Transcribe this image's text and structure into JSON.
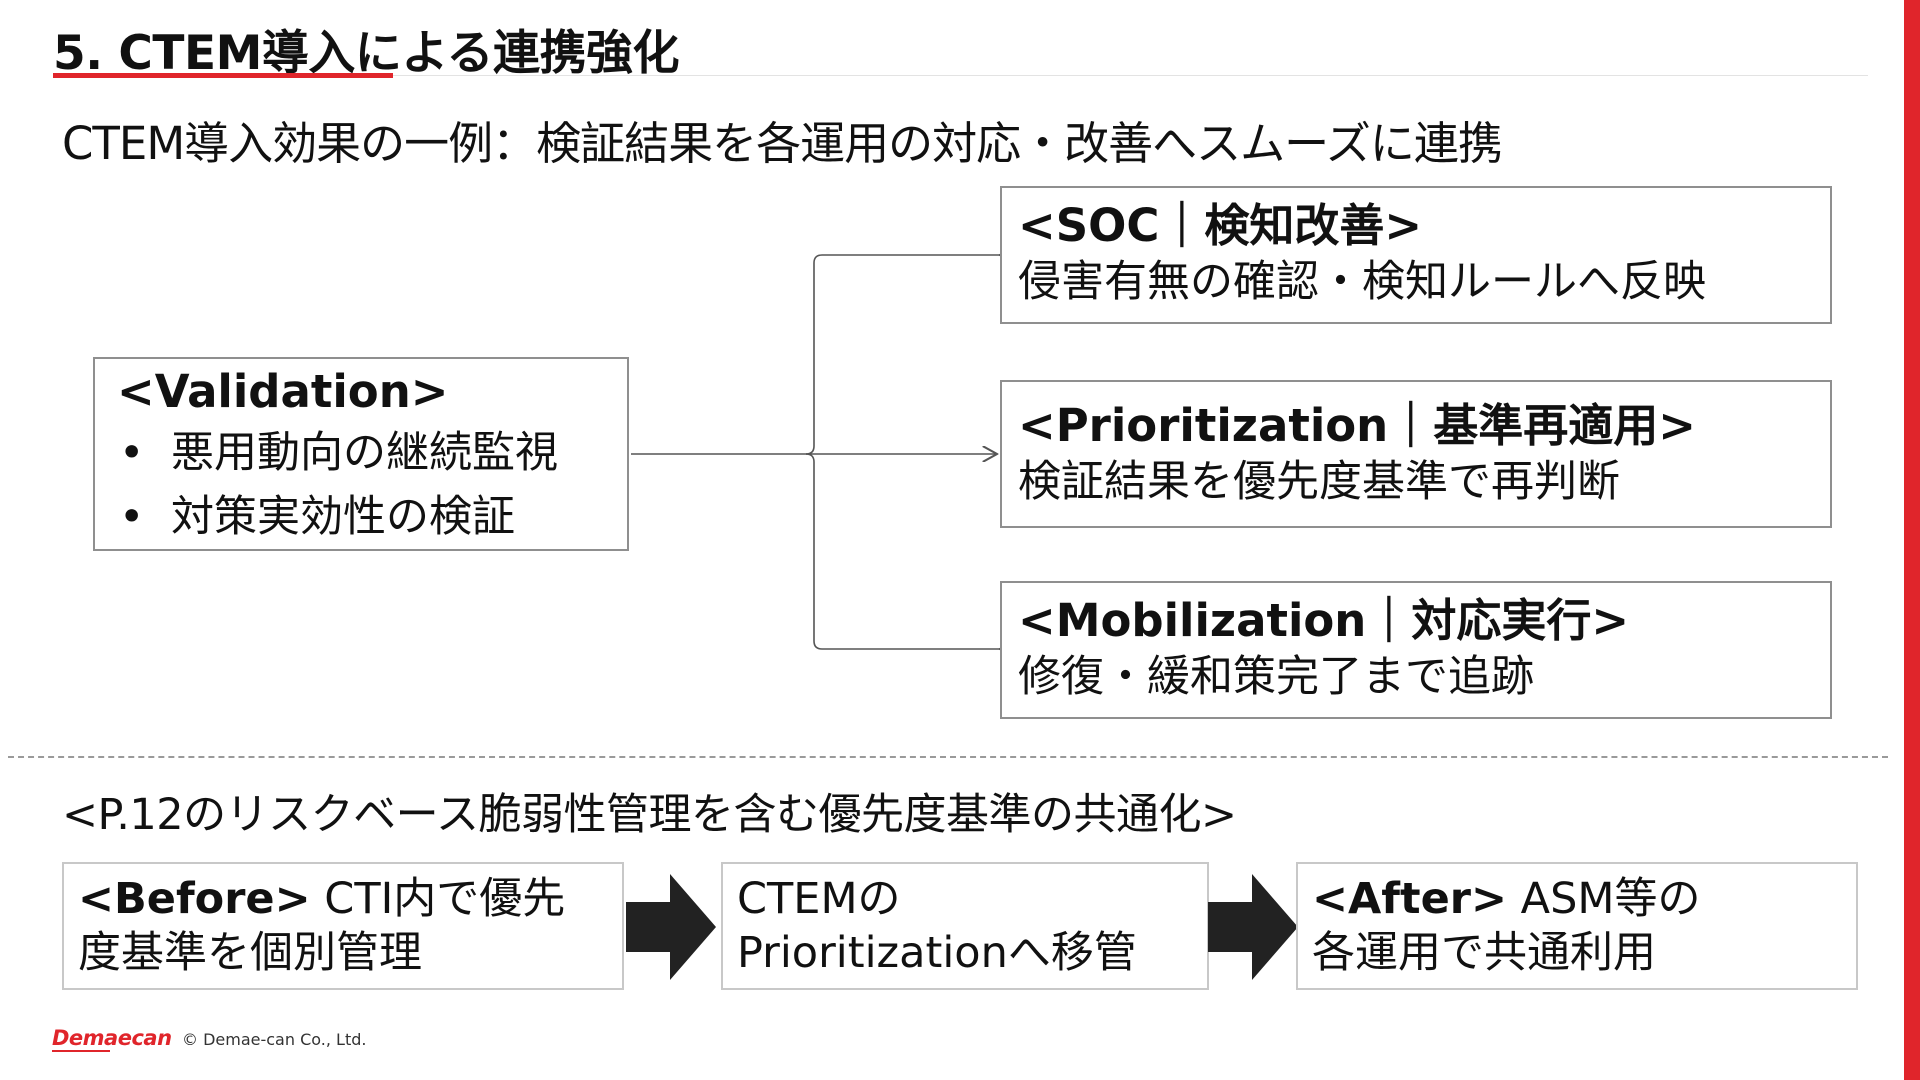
{
  "slide": {
    "title": "5. CTEM導入による連携強化",
    "subtitle": "CTEM導入効果の一例：検証結果を各運用の対応・改善へスムーズに連携"
  },
  "validation": {
    "heading": "<Validation>",
    "bullet_char": "•",
    "items": [
      "悪用動向の継続監視",
      "対策実効性の検証"
    ]
  },
  "targets": [
    {
      "heading": "<SOC｜検知改善>",
      "body": "侵害有無の確認・検知ルールへ反映"
    },
    {
      "heading": "<Prioritization｜基準再適用>",
      "body": "検証結果を優先度基準で再判断"
    },
    {
      "heading": "<Mobilization｜対応実行>",
      "body": "修復・緩和策完了まで追跡"
    }
  ],
  "common": {
    "heading": "<P.12のリスクベース脆弱性管理を含む優先度基準の共通化>",
    "before": {
      "tag": "<Before>",
      "line1": "CTI内で優先",
      "line2": "度基準を個別管理"
    },
    "middle": {
      "line1": "CTEMの",
      "line2": "Prioritizationへ移管"
    },
    "after": {
      "tag": "<After>",
      "line1": "ASM等の",
      "line2": "各運用で共通利用"
    }
  },
  "footer": {
    "logo": "Demaecan",
    "copyright": "© Demae-can Co., Ltd."
  },
  "colors": {
    "accent": "#e0252b",
    "box_border": "#8f8f8f",
    "arrow": "#222222",
    "connector": "#555555"
  }
}
